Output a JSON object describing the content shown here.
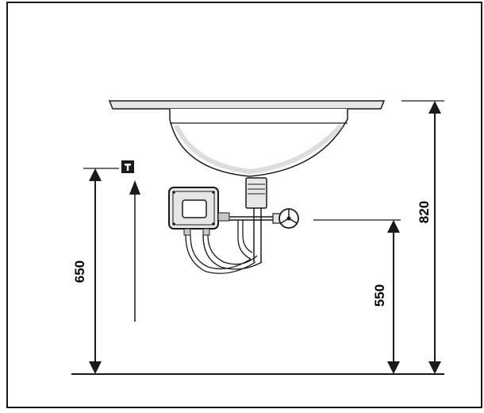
{
  "diagram": {
    "dimensions": {
      "basin_rim_height": "820",
      "sensor_height": "650",
      "valve_height": "550"
    },
    "colors": {
      "line": "#1a1a1a",
      "fill_light": "#e6e6e6",
      "fill_mid": "#c8c8c8",
      "background": "#ffffff"
    },
    "icons": {
      "sensor_marker": "t-marker-icon"
    }
  }
}
